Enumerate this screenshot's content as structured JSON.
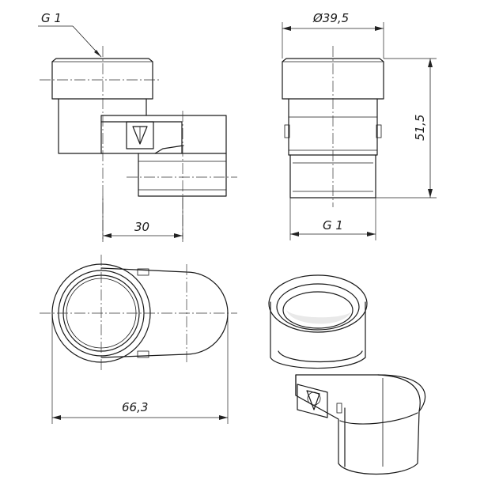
{
  "labels": {
    "thread_top": "G 1",
    "diameter": "Ø39,5",
    "height": "51,5",
    "width_30": "30",
    "thread_bottom": "G 1",
    "length": "66,3"
  }
}
